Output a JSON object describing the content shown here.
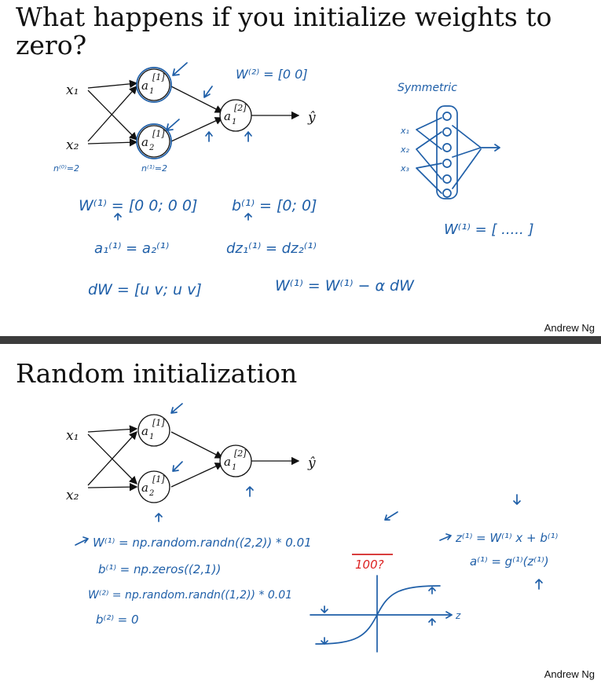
{
  "slide1": {
    "title": "What happens if you initialize weights to zero?",
    "author": "Andrew Ng",
    "network": {
      "inputs": [
        "x₁",
        "x₂"
      ],
      "hidden": [
        {
          "base": "a",
          "sup": "[1]",
          "sub": "1"
        },
        {
          "base": "a",
          "sup": "[1]",
          "sub": "2"
        }
      ],
      "output_unit": {
        "base": "a",
        "sup": "[2]",
        "sub": "1"
      },
      "output": "ŷ"
    },
    "notes": {
      "n0": "n⁽⁰⁾=2",
      "n1": "n⁽¹⁾=2",
      "w2": "W⁽²⁾ = [0 0]",
      "w1": "W⁽¹⁾ = [0 0; 0 0]",
      "b1": "b⁽¹⁾ = [0; 0]",
      "a_eq": "a₁⁽¹⁾ = a₂⁽¹⁾",
      "dz_eq": "dz₁⁽¹⁾ = dz₂⁽¹⁾",
      "dw": "dW = [u v; u v]",
      "update": "W⁽¹⁾ = W⁽¹⁾ − α dW",
      "symmetric": "Symmetric",
      "x_labels": [
        "x₁",
        "x₂",
        "x₃"
      ],
      "w1_dots": "W⁽¹⁾ = [ ..... ]"
    }
  },
  "slide2": {
    "title": "Random initialization",
    "author": "Andrew Ng",
    "network": {
      "inputs": [
        "x₁",
        "x₂"
      ],
      "hidden": [
        {
          "base": "a",
          "sup": "[1]",
          "sub": "1"
        },
        {
          "base": "a",
          "sup": "[1]",
          "sub": "2"
        }
      ],
      "output_unit": {
        "base": "a",
        "sup": "[2]",
        "sub": "1"
      },
      "output": "ŷ"
    },
    "notes": {
      "line1": "W⁽¹⁾ = np.random.randn((2,2)) * 0.01",
      "line1_red": "100?",
      "line2": "b⁽¹⁾ = np.zeros((2,1))",
      "line3": "W⁽²⁾ = np.random.randn((1,2)) * 0.01",
      "line4": "b⁽²⁾ = 0",
      "eq1": "z⁽¹⁾ = W⁽¹⁾ x + b⁽¹⁾",
      "eq2": "a⁽¹⁾ = g⁽¹⁾(z⁽¹⁾)",
      "axis_z": "z"
    }
  },
  "colors": {
    "ink": "#1f5fa8",
    "red": "#d22222",
    "separator": "#3c3c3c"
  }
}
